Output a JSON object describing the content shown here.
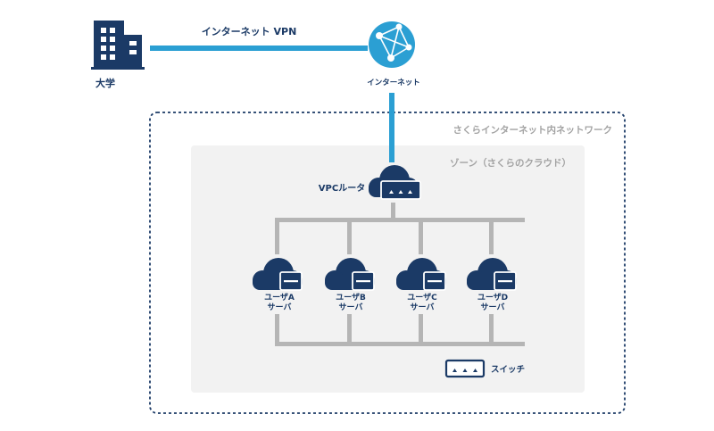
{
  "labels": {
    "university": "大学",
    "vpn": "インターネット VPN",
    "internet": "インターネット",
    "sakura_network": "さくらインターネット内ネットワーク",
    "zone": "ゾーン（さくらのクラウド）",
    "vpc_router": "VPCルータ",
    "switch": "スイッチ"
  },
  "servers": [
    {
      "line1": "ユーザA",
      "line2": "サーバ"
    },
    {
      "line1": "ユーザB",
      "line2": "サーバ"
    },
    {
      "line1": "ユーザC",
      "line2": "サーバ"
    },
    {
      "line1": "ユーザD",
      "line2": "サーバ"
    }
  ],
  "colors": {
    "navy": "#1b3a66",
    "link_blue": "#2b9fd3",
    "line_gray": "#b5b5b5",
    "zone_bg": "#f2f2f2",
    "label_gray": "#a3a3a3"
  }
}
